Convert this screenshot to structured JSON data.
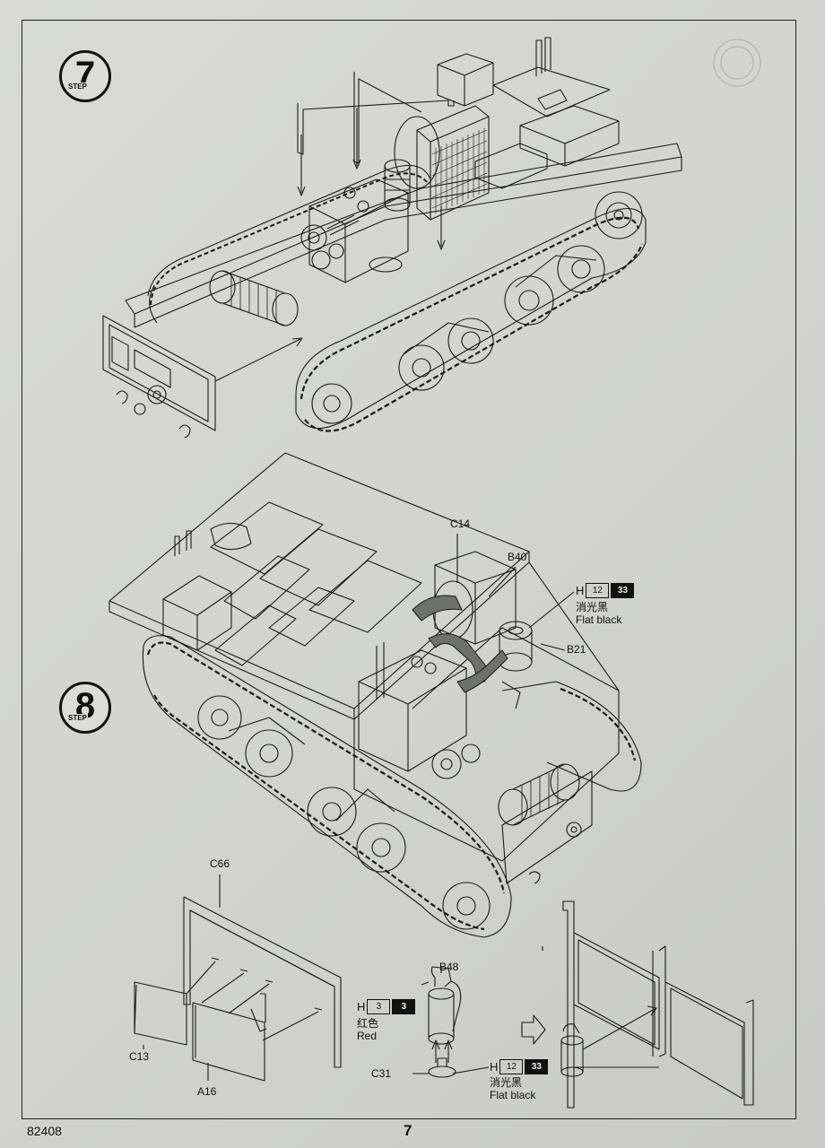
{
  "footer": {
    "kit_number": "82408",
    "page_number": "7"
  },
  "steps": [
    {
      "number": "7",
      "tag": "STEP"
    },
    {
      "number": "8",
      "tag": "STEP"
    }
  ],
  "parts": {
    "c14": "C14",
    "b40": "B40",
    "b21": "B21",
    "c66": "C66",
    "c13": "C13",
    "a16": "A16",
    "b48": "B48",
    "c31": "C31"
  },
  "paints": {
    "flat_black_1": {
      "prefix": "H",
      "code_a": "12",
      "code_b": "33",
      "cn": "消光黑",
      "en": "Flat black"
    },
    "red": {
      "prefix": "H",
      "code_a": "3",
      "code_b": "3",
      "cn": "红色",
      "en": "Red"
    },
    "flat_black_2": {
      "prefix": "H",
      "code_a": "12",
      "code_b": "33",
      "cn": "消光黑",
      "en": "Flat black"
    }
  },
  "colors": {
    "paper": "#d6d7d4",
    "ink": "#111111",
    "hose_fill": "#6b6d6b"
  }
}
